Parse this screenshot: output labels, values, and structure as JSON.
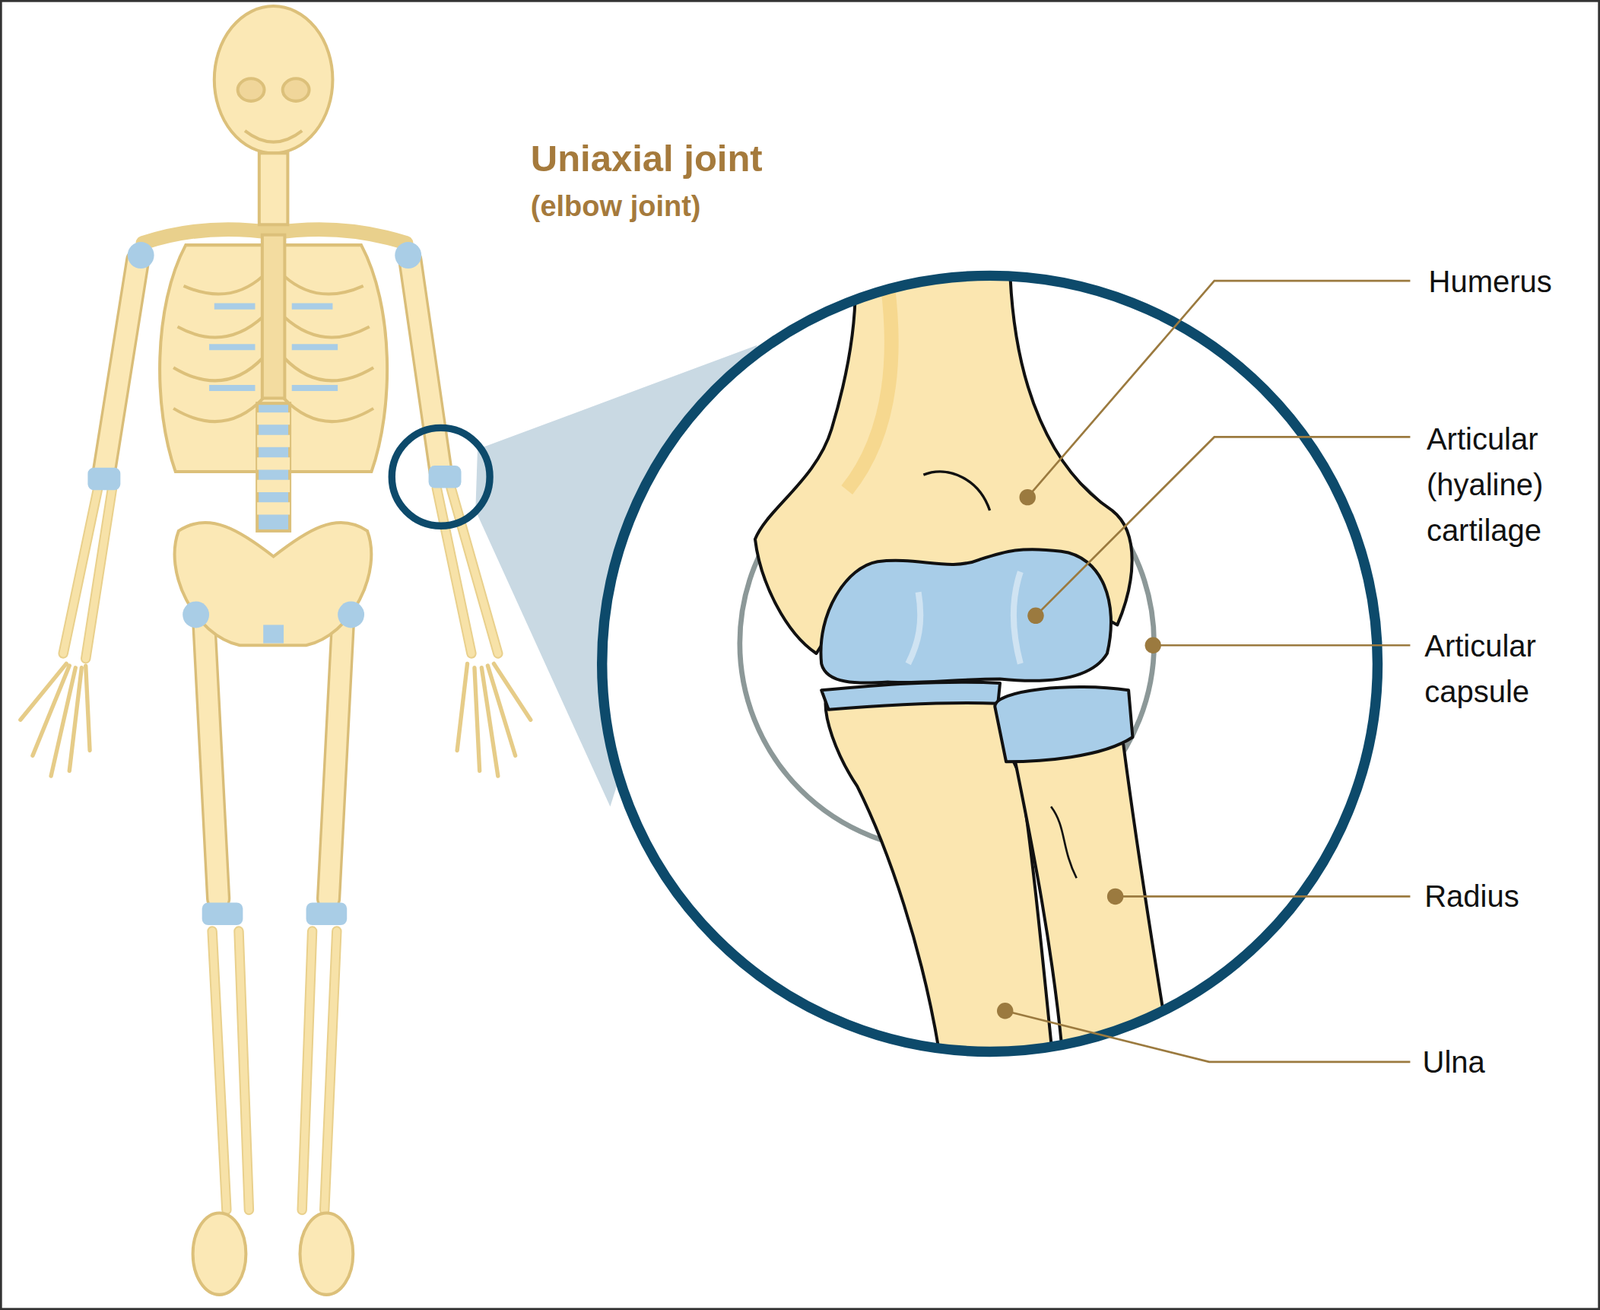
{
  "diagram": {
    "title": "Uniaxial joint",
    "labels": [
      "(elbow joint)",
      "Humerus",
      "Articular (hyaline) cartilage",
      "Articular capsule",
      "Radius",
      "Ulna"
    ]
  }
}
